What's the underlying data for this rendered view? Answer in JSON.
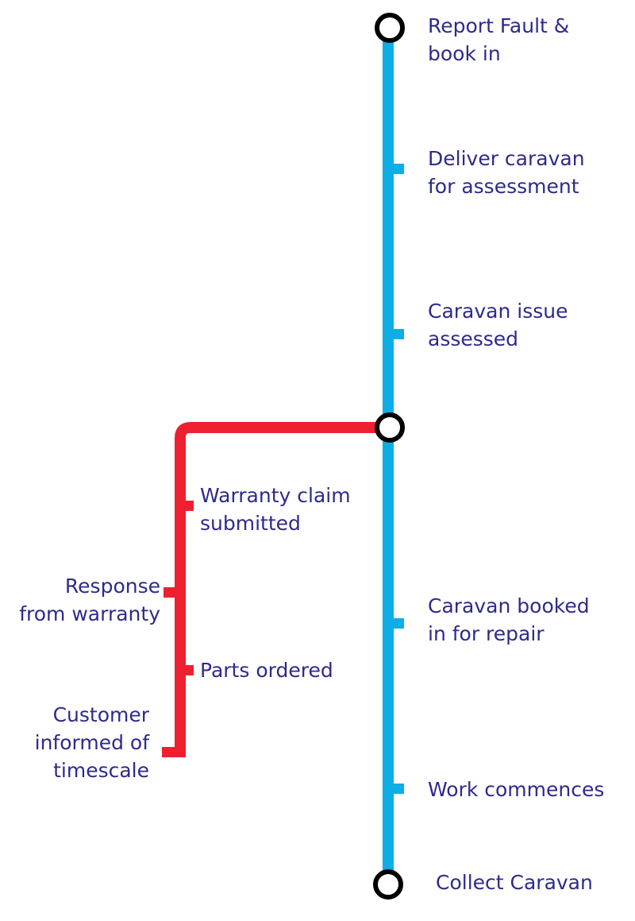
{
  "colors": {
    "main_line": "#0DAEE6",
    "branch_line": "#EE2030",
    "label_text": "#2E2A8C",
    "station_fill": "#FFFFFF",
    "station_ring": "#000000"
  },
  "main_line": {
    "stations": [
      {
        "type": "interchange",
        "label": "Report Fault &\nbook in"
      },
      {
        "type": "stop",
        "label": "Deliver caravan\nfor assessment"
      },
      {
        "type": "stop",
        "label": "Caravan issue\nassessed"
      },
      {
        "type": "interchange",
        "label": ""
      },
      {
        "type": "stop",
        "label": "Caravan booked\nin for repair"
      },
      {
        "type": "stop",
        "label": "Work commences"
      },
      {
        "type": "interchange",
        "label": "Collect Caravan"
      }
    ]
  },
  "branch_line": {
    "stations": [
      {
        "side": "right",
        "label": "Warranty claim\nsubmitted"
      },
      {
        "side": "left",
        "label": "Response\nfrom warranty"
      },
      {
        "side": "right",
        "label": "Parts ordered"
      },
      {
        "side": "left",
        "label": "Customer\ninformed of\ntimescale"
      }
    ]
  }
}
